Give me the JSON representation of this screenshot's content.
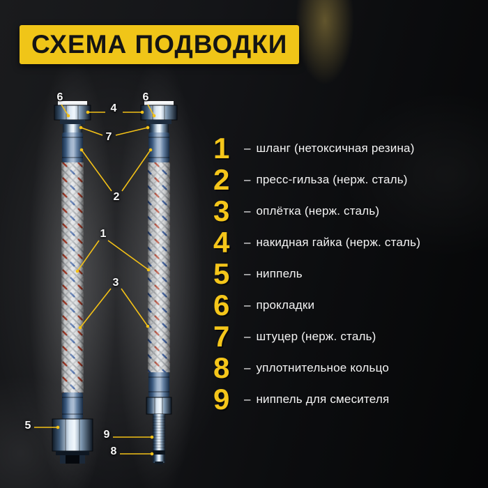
{
  "title": "СХЕМА ПОДВОДКИ",
  "colors": {
    "accent_yellow": "#f0c518",
    "text_white": "#f4f4f4",
    "background": "#0c0d0f"
  },
  "legend": {
    "dash": "–",
    "items": [
      {
        "number": "1",
        "label": "шланг (нетоксичная резина)"
      },
      {
        "number": "2",
        "label": "пресс-гильза (нерж. сталь)"
      },
      {
        "number": "3",
        "label": "оплётка (нерж. сталь)"
      },
      {
        "number": "4",
        "label": "накидная гайка (нерж. сталь)"
      },
      {
        "number": "5",
        "label": "ниппель"
      },
      {
        "number": "6",
        "label": "прокладки"
      },
      {
        "number": "7",
        "label": "штуцер (нерж. сталь)"
      },
      {
        "number": "8",
        "label": "уплотнительное кольцо"
      },
      {
        "number": "9",
        "label": "ниппель для смесителя"
      }
    ]
  },
  "diagram": {
    "callout_numbers": [
      "6",
      "4",
      "6",
      "7",
      "2",
      "1",
      "3",
      "5",
      "9",
      "8"
    ]
  }
}
